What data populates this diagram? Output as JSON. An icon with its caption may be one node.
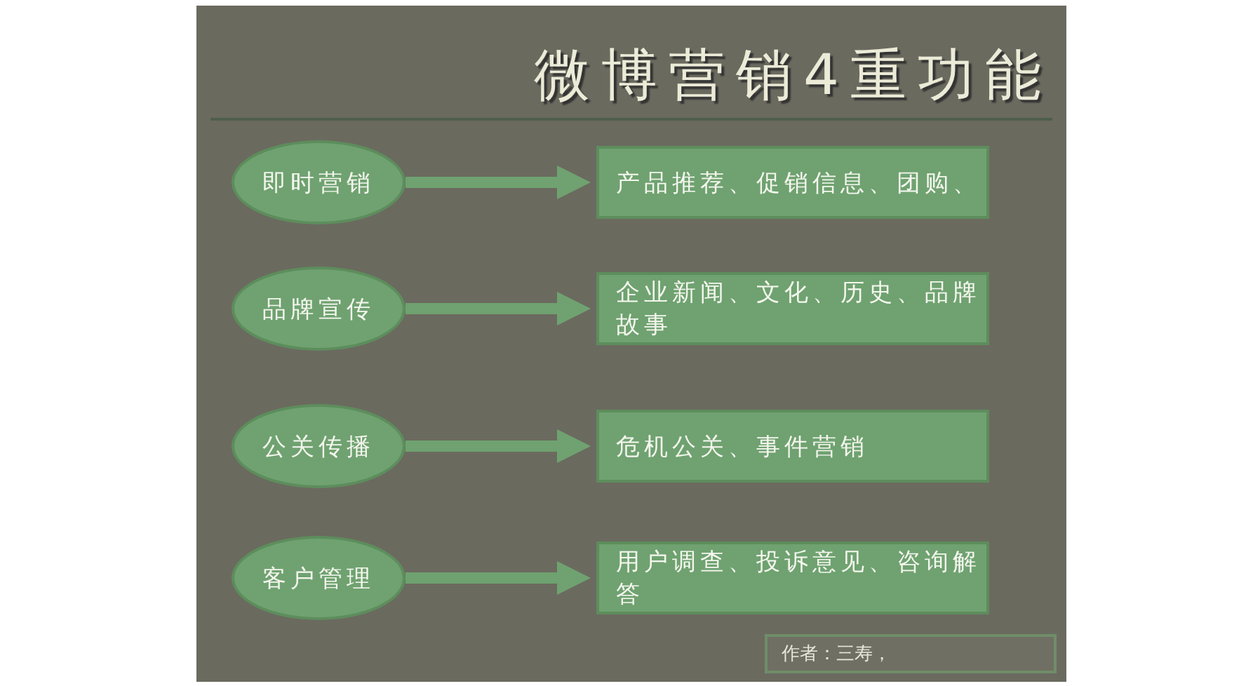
{
  "diagram": {
    "title": "微博营销4重功能",
    "nodes": [
      {
        "text": [
          "即时营销"
        ]
      },
      {
        "text": [
          "产品推荐、促销信息、团购、"
        ]
      },
      {
        "text": [
          "品牌宣传"
        ]
      },
      {
        "text": [
          "企业新闻、文化、历史、品牌故事"
        ]
      },
      {
        "text": [
          "公关传播"
        ]
      },
      {
        "text": [
          "危机公关、事件营销"
        ]
      },
      {
        "text": [
          "客户管理"
        ]
      },
      {
        "text": [
          "用户调查、投诉意见、咨询解答"
        ]
      }
    ],
    "edges": [
      {
        "from": 0,
        "to": 1,
        "arrow": "to"
      },
      {
        "from": 2,
        "to": 3,
        "arrow": "to"
      },
      {
        "from": 4,
        "to": 5,
        "arrow": "to"
      },
      {
        "from": 6,
        "to": 7,
        "arrow": "to"
      }
    ],
    "labels": [
      "作者：三寿，"
    ]
  }
}
